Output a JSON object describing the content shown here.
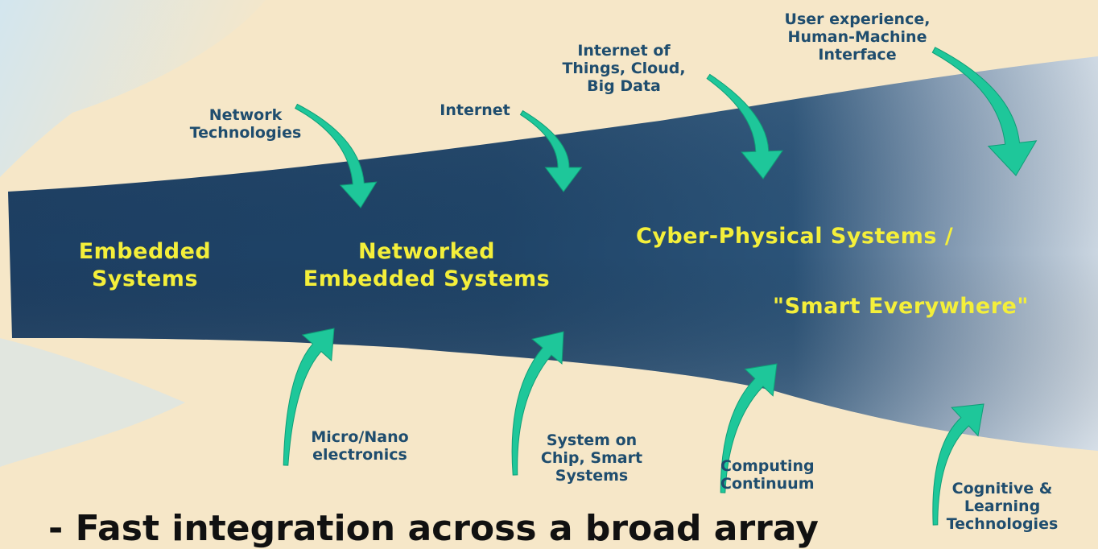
{
  "colors": {
    "band_dark": "#1a3a5e",
    "band_light": "#c7d3df",
    "arrow": "#1ec79a",
    "band_text": "#f4ef3a",
    "label_text": "#1f4d6e",
    "background": "#f6e7c8",
    "sky": "#cfe6f3"
  },
  "stages": {
    "embedded": "Embedded\nSystems",
    "networked": "Networked\nEmbedded Systems",
    "cps": "Cyber-Physical Systems /",
    "smart": "\"Smart Everywhere\""
  },
  "top_drivers": [
    {
      "label": "Network\nTechnologies",
      "icon": "arrow-down-icon"
    },
    {
      "label": "Internet",
      "icon": "arrow-down-icon"
    },
    {
      "label": "Internet of\nThings, Cloud,\nBig Data",
      "icon": "arrow-down-icon"
    },
    {
      "label": "User experience,\nHuman-Machine\nInterface",
      "icon": "arrow-down-icon"
    }
  ],
  "bottom_drivers": [
    {
      "label": "Micro/Nano\nelectronics",
      "icon": "arrow-up-icon"
    },
    {
      "label": "System on\nChip, Smart\nSystems",
      "icon": "arrow-up-icon"
    },
    {
      "label": "Computing\nContinuum",
      "icon": "arrow-up-icon"
    },
    {
      "label": "Cognitive &\nLearning\nTechnologies",
      "icon": "arrow-up-icon"
    }
  ],
  "footer_text": "- Fast integration across a broad array"
}
